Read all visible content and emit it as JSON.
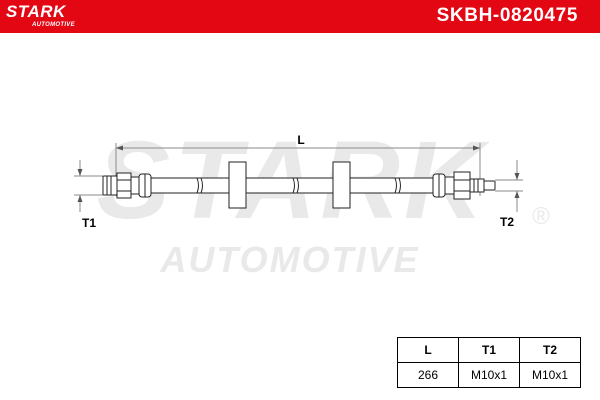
{
  "brand": {
    "logo_text": "STARK",
    "logo_subtext": "AUTOMOTIVE",
    "accent_color": "#e30613"
  },
  "part_number": "SKBH-0820475",
  "watermark": {
    "line1": "STARK",
    "line2": "AUTOMOTIVE",
    "registered": "®"
  },
  "dimension_labels": {
    "length": "L",
    "thread_1": "T1",
    "thread_2": "T2"
  },
  "spec_table": {
    "headers": [
      "L",
      "T1",
      "T2"
    ],
    "values": [
      "266",
      "M10x1",
      "M10x1"
    ]
  }
}
